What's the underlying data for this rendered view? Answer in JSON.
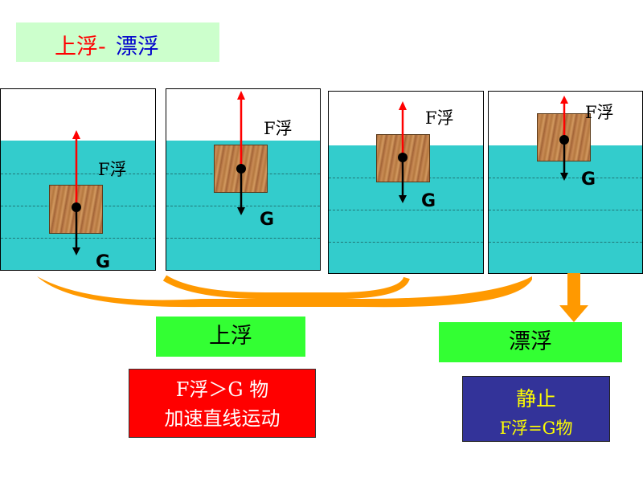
{
  "title": {
    "part1": "上浮-",
    "part2": "漂浮"
  },
  "panels": [
    {
      "force_label": "F浮",
      "weight_label": "G"
    },
    {
      "force_label": "F浮",
      "weight_label": "G"
    },
    {
      "force_label": "F浮",
      "weight_label": "G"
    },
    {
      "force_label": "F浮",
      "weight_label": "G"
    }
  ],
  "boxes": {
    "rising": "上浮",
    "floating": "漂浮",
    "rising_detail_line1": "F浮＞G 物",
    "rising_detail_line2": "加速直线运动",
    "floating_detail_line1": "静止",
    "floating_detail_line2": "F浮=G物"
  },
  "colors": {
    "water": "#33cccc",
    "arrow_up": "#ff0000",
    "arrow_down": "#000000",
    "bracket": "#ff9900",
    "green_label": "#33ff33",
    "red_box": "#ff0000",
    "blue_box": "#333399"
  }
}
